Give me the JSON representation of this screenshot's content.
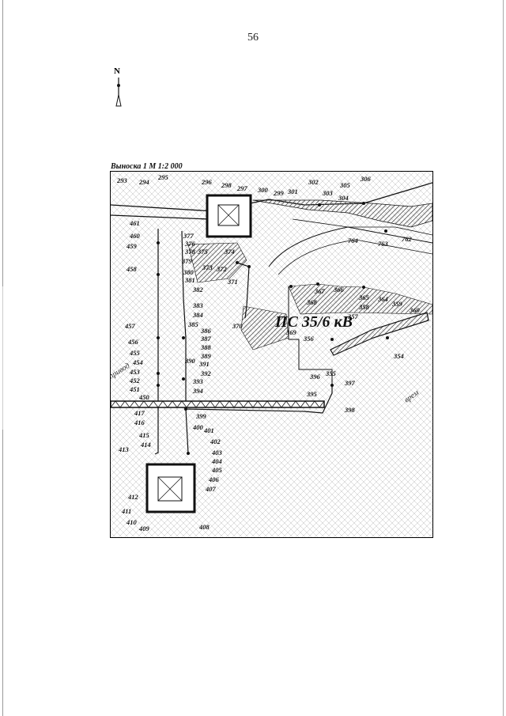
{
  "page": {
    "number": "56"
  },
  "north": {
    "letter": "N"
  },
  "inset": {
    "title": "Выноска 1 М 1:2 000",
    "substation_label": "ПС 35/6 кВ",
    "road_label_left": "привод",
    "road_label_right": "врем"
  },
  "points": {
    "p293": "293",
    "p294": "294",
    "p295": "295",
    "p296": "296",
    "p297": "297",
    "p298": "298",
    "p299": "299",
    "p300": "300",
    "p301": "301",
    "p302": "302",
    "p303": "303",
    "p304": "304",
    "p305": "305",
    "p306": "306",
    "p354": "354",
    "p355": "355",
    "p356": "356",
    "p357": "357",
    "p358": "358",
    "p359": "359",
    "p360": "360",
    "p364": "364",
    "p365": "365",
    "p366": "366",
    "p367": "367",
    "p368": "368",
    "p369": "369",
    "p370": "370",
    "p371": "371",
    "p372": "372",
    "p373": "373",
    "p374": "374",
    "p375": "375",
    "p376": "376",
    "p377": "377",
    "p378": "378",
    "p379": "379",
    "p380": "380",
    "p381": "381",
    "p382": "382",
    "p383": "383",
    "p384": "384",
    "p385": "385",
    "p386": "386",
    "p387": "387",
    "p388": "388",
    "p389": "389",
    "p390": "390",
    "p391": "391",
    "p392": "392",
    "p393": "393",
    "p394": "394",
    "p395": "395",
    "p396": "396",
    "p397": "397",
    "p398": "398",
    "p399": "399",
    "p400": "400",
    "p401": "401",
    "p402": "402",
    "p403": "403",
    "p404": "404",
    "p405": "405",
    "p406": "406",
    "p407": "407",
    "p408": "408",
    "p409": "409",
    "p410": "410",
    "p411": "411",
    "p412": "412",
    "p413": "413",
    "p414": "414",
    "p415": "415",
    "p416": "416",
    "p417": "417",
    "p450": "450",
    "p451": "451",
    "p452": "452",
    "p453": "453",
    "p454": "454",
    "p455": "455",
    "p456": "456",
    "p457": "457",
    "p458": "458",
    "p459": "459",
    "p460": "460",
    "p461": "461",
    "p762": "762",
    "p763": "763",
    "p764": "764"
  }
}
